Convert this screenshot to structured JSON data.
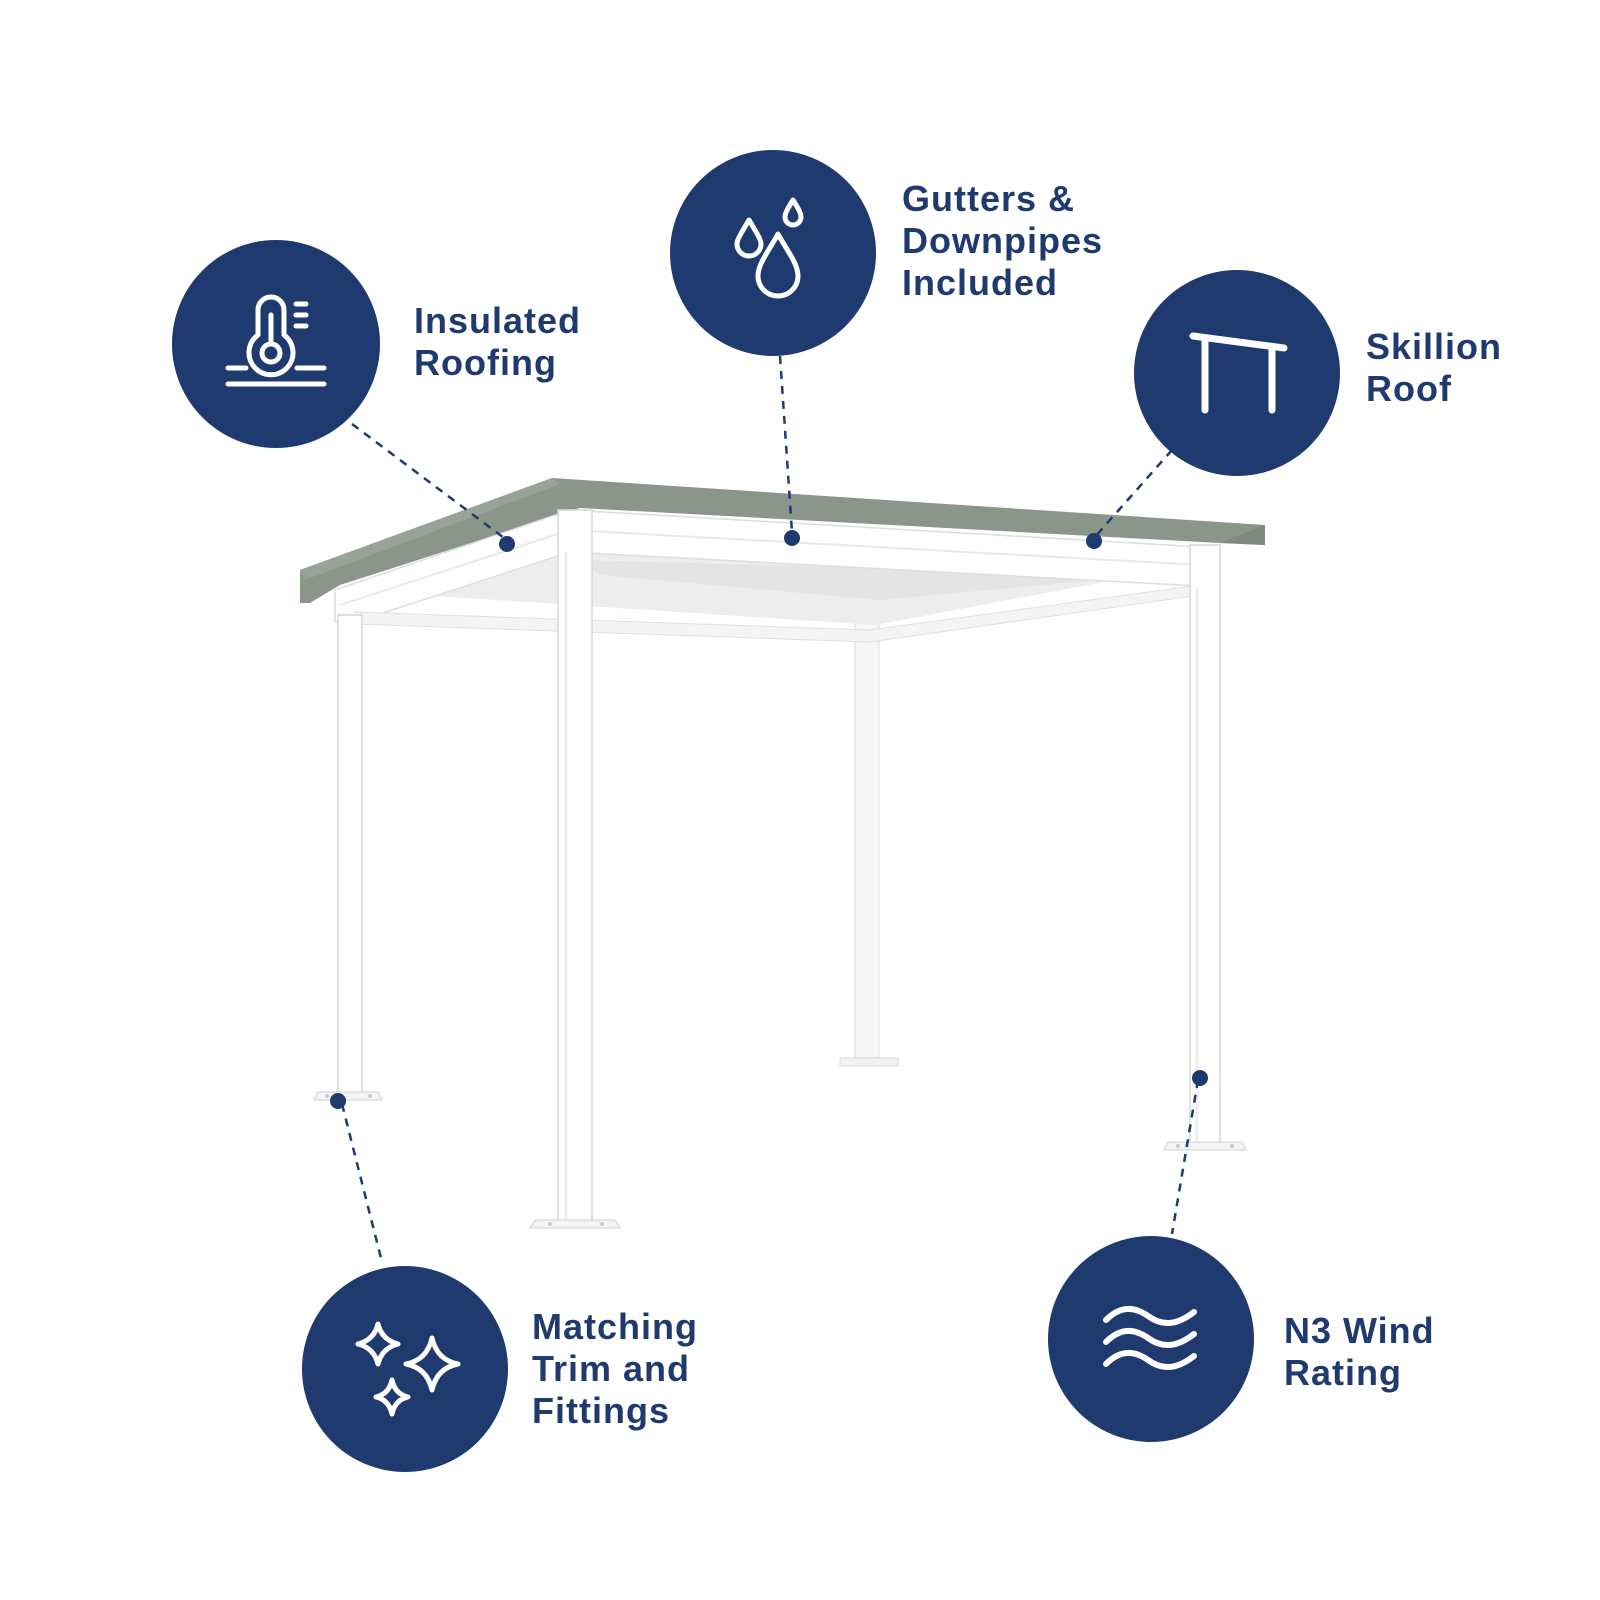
{
  "colors": {
    "navy": "#1e3a6e",
    "roof": "#8a968a",
    "frame": "#ffffff",
    "background": "#ffffff"
  },
  "features": [
    {
      "id": "insulated",
      "icon": "thermometer-insulation-icon",
      "lines": [
        "Insulated",
        "Roofing"
      ]
    },
    {
      "id": "gutters",
      "icon": "water-drops-icon",
      "lines": [
        "Gutters &",
        "Downpipes",
        "Included"
      ]
    },
    {
      "id": "skillion",
      "icon": "skillion-roof-icon",
      "lines": [
        "Skillion",
        "Roof"
      ]
    },
    {
      "id": "trim",
      "icon": "sparkles-icon",
      "lines": [
        "Matching",
        "Trim and",
        "Fittings"
      ]
    },
    {
      "id": "wind",
      "icon": "wind-waves-icon",
      "lines": [
        "N3 Wind",
        "Rating"
      ]
    }
  ]
}
